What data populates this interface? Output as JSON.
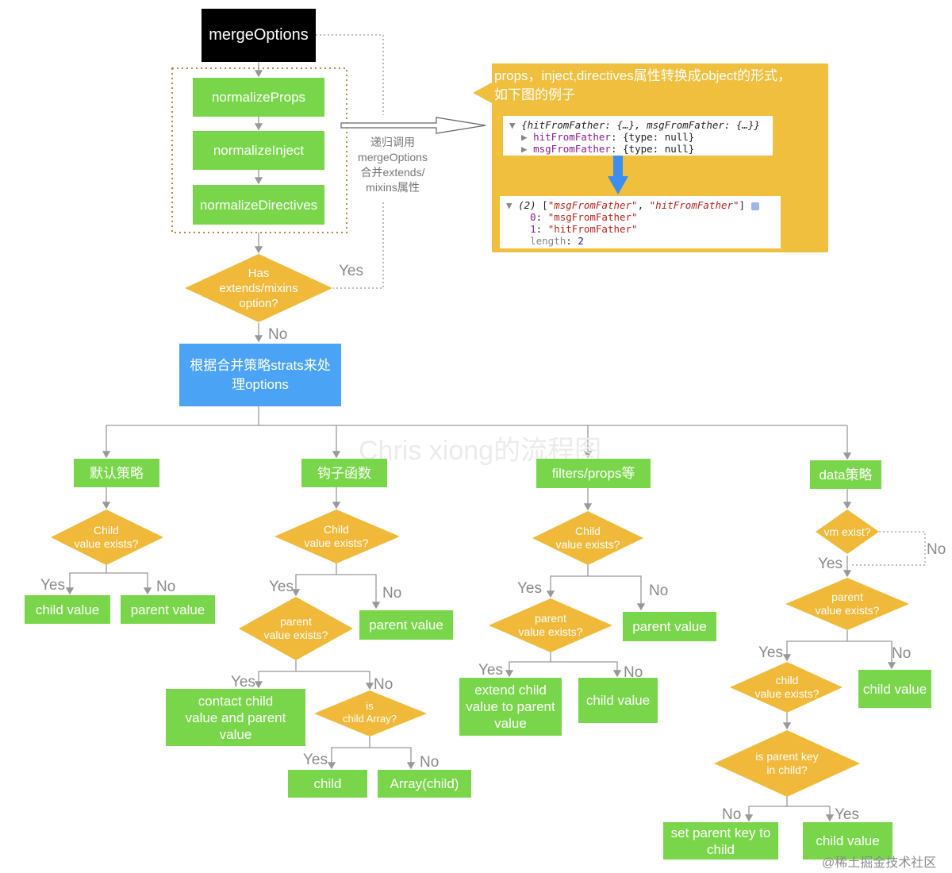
{
  "nodes": {
    "merge_options": "mergeOptions",
    "normalize_props": "normalizeProps",
    "normalize_inject": "normalizeInject",
    "normalize_directives": "normalizeDirectives",
    "has_extends": "Has\nextends/mixins\noption?",
    "strats": "根据合并策略strats来处\n理options",
    "default_strategy": "默认策略",
    "hook_functions": "钩子函数",
    "filters_props": "filters/props等",
    "data_strategy": "data策略",
    "d1_child_exists": "Child\nvalue exists?",
    "d1_child_value": "child value",
    "d1_parent_value": "parent value",
    "d2_child_exists": "Child\nvalue exists?",
    "d2_parent_value": "parent value",
    "d2_parent_exists": "parent\nvalue exists?",
    "d2_concat": "contact child\nvalue and parent\nvalue",
    "d2_is_array": "is\nchild Array?",
    "d2_child": "child",
    "d2_array_child": "Array(child)",
    "d3_child_exists": "Child\nvalue exists?",
    "d3_parent_value": "parent value",
    "d3_parent_exists": "parent\nvalue exists?",
    "d3_extend": "extend child\nvalue to parent\nvalue",
    "d3_child_value": "child value",
    "d4_vm_exist": "vm exist?",
    "d4_parent_exists": "parent\nvalue exists?",
    "d4_child_exists": "child\nvalue exists?",
    "d4_child_value": "child value",
    "d4_parent_key": "is parent key\nin child?",
    "d4_set_parent_key": "set parent key to\nchild",
    "d4_child_value_2": "child value"
  },
  "labels": {
    "yes": "Yes",
    "no": "No"
  },
  "recursion_note": "递归调用\nmergeOptions\n合并extends/\nmixins属性",
  "panel": {
    "title": "props，inject,directives属性转换成object的形式，\n如下图的例子",
    "console1": {
      "line1_head": "{hitFromFather: {…}, msgFromFather: {…}}",
      "line2_key": "hitFromFather",
      "line2_val": "{type: null}",
      "line3_key": "msgFromFather",
      "line3_val": "{type: null}"
    },
    "console2": {
      "line1_count": "(2)",
      "line1_a": "\"msgFromFather\"",
      "line1_b": "\"hitFromFather\"",
      "line2_idx": "0",
      "line2_val": "\"msgFromFather\"",
      "line3_idx": "1",
      "line3_val": "\"hitFromFather\"",
      "line4_key": "length",
      "line4_val": "2"
    }
  },
  "watermark": "Chris xiong的流程图",
  "credit": "@稀土掘金技术社区",
  "colors": {
    "green": "#79d64a",
    "diamond": "#f0b93a",
    "blue": "#4aa3f5",
    "panel": "#f0bf3e",
    "arrow_blue": "#3d8ef0"
  }
}
